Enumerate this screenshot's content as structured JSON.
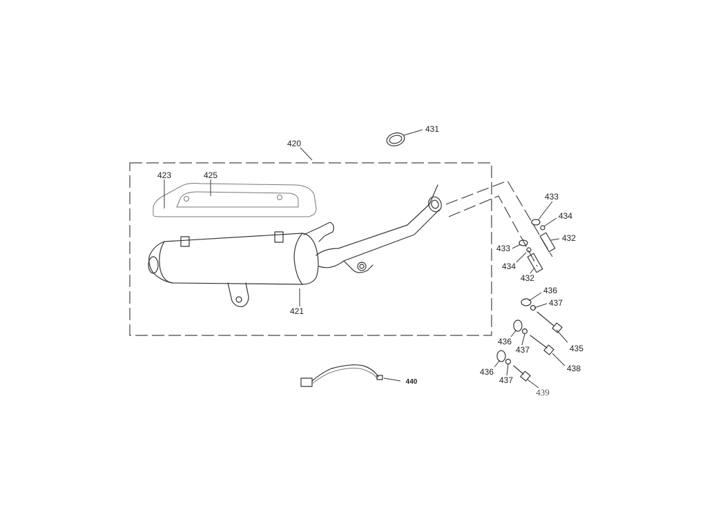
{
  "diagram": {
    "callouts": [
      {
        "id": "420",
        "text": "420"
      },
      {
        "id": "421",
        "text": "421"
      },
      {
        "id": "423",
        "text": "423"
      },
      {
        "id": "425",
        "text": "425"
      },
      {
        "id": "431",
        "text": "431"
      },
      {
        "id": "433a",
        "text": "433"
      },
      {
        "id": "434a",
        "text": "434"
      },
      {
        "id": "432a",
        "text": "432"
      },
      {
        "id": "433b",
        "text": "433"
      },
      {
        "id": "434b",
        "text": "434"
      },
      {
        "id": "432b",
        "text": "432"
      },
      {
        "id": "436a",
        "text": "436"
      },
      {
        "id": "437a",
        "text": "437"
      },
      {
        "id": "435",
        "text": "435"
      },
      {
        "id": "436b",
        "text": "436"
      },
      {
        "id": "437b",
        "text": "437"
      },
      {
        "id": "438",
        "text": "438"
      },
      {
        "id": "436c",
        "text": "436"
      },
      {
        "id": "437c",
        "text": "437"
      },
      {
        "id": "439",
        "text": "439"
      },
      {
        "id": "440",
        "text": "440"
      }
    ]
  }
}
